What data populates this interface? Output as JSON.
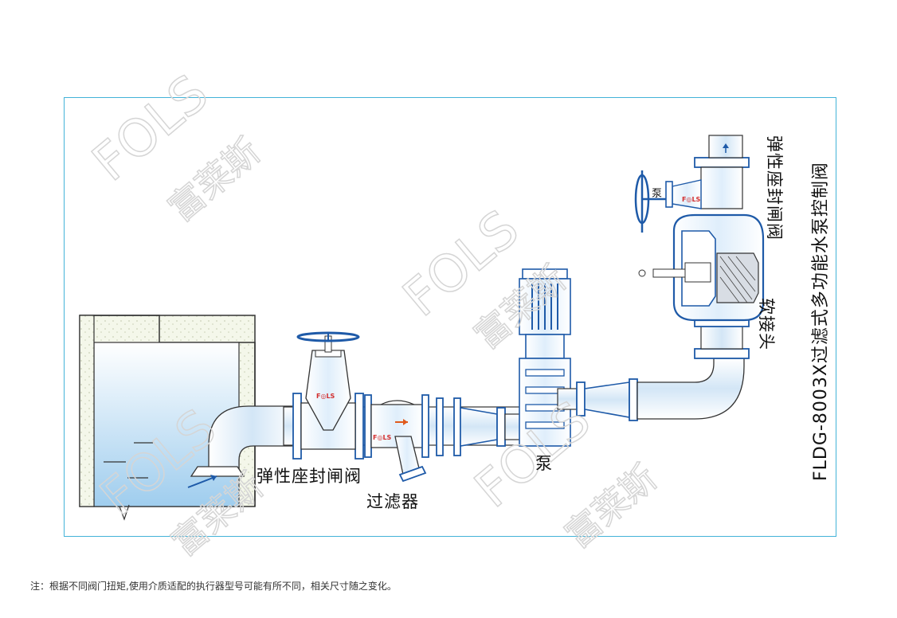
{
  "diagram": {
    "model_title": "FLDG-8003X过滤式多功能水泵控制阀",
    "labels": {
      "gate_valve": "弹性座封闸阀",
      "filter": "过滤器",
      "pump": "泵",
      "soft_joint": "软接头",
      "gate_valve_right": "弹性座封闸阀",
      "pump_small": "泵"
    },
    "valve_logo": "F◎LS",
    "footnote": "注：根据不同阀门扭矩,使用介质适配的执行器型号可能有所不同，相关尺寸随之变化。",
    "watermark": {
      "latin": "FOLS",
      "chinese": "富莱斯"
    },
    "colors": {
      "frame": "#43b3d8",
      "pipe_blue": "#1e5aa8",
      "pipe_light": "#dbeaf7",
      "water": "#a9d2ee",
      "tank_wall": "#f3f6e6"
    }
  }
}
